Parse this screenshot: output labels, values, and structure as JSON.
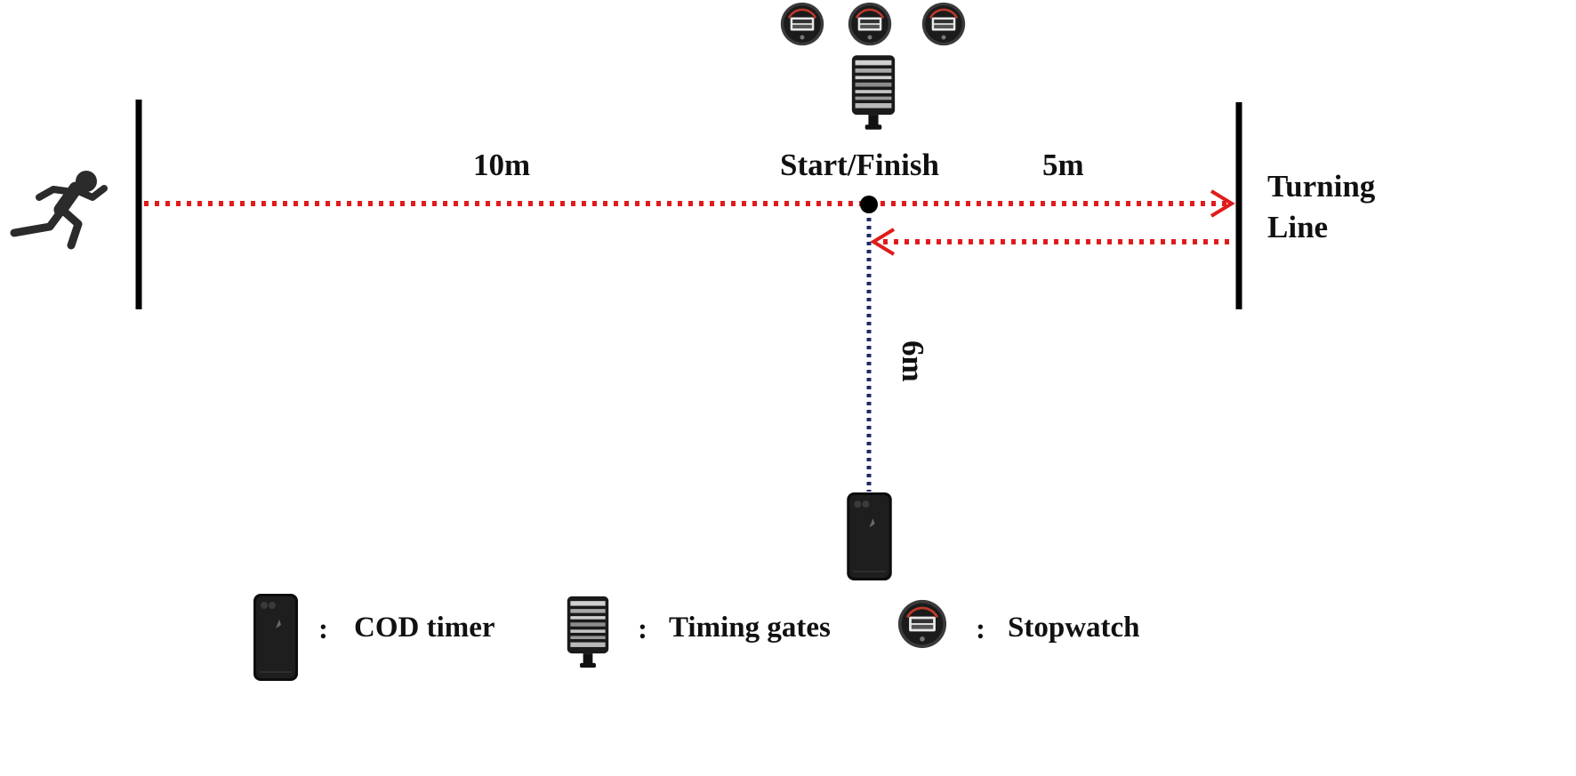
{
  "labels": {
    "distance_left": "10m",
    "start_finish": "Start/Finish",
    "distance_right": "5m",
    "turning_line": [
      "Turning",
      "Line"
    ],
    "distance_down": "6m"
  },
  "legend": {
    "separator": ":",
    "items": [
      {
        "icon": "phone-icon",
        "label": "COD timer"
      },
      {
        "icon": "timing-gate-icon",
        "label": "Timing gates"
      },
      {
        "icon": "stopwatch-icon",
        "label": "Stopwatch"
      }
    ]
  },
  "colors": {
    "run_path": "#e01b1b",
    "sensor_path": "#1f2a6b",
    "lines": "#000000"
  }
}
